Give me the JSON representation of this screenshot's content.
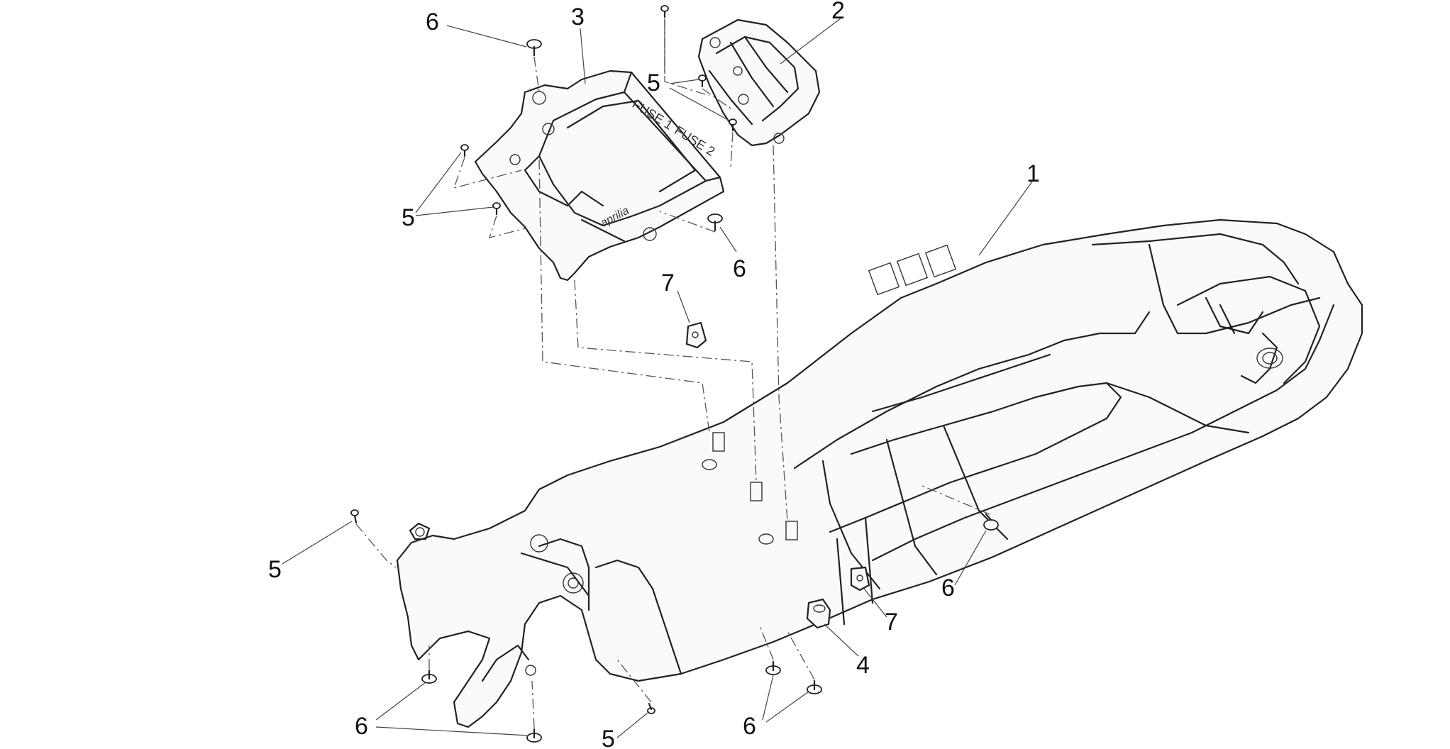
{
  "callouts": [
    {
      "id": "c6a",
      "text": "6"
    },
    {
      "id": "c3",
      "text": "3"
    },
    {
      "id": "c2",
      "text": "2"
    },
    {
      "id": "c5a",
      "text": "5"
    },
    {
      "id": "c1",
      "text": "1"
    },
    {
      "id": "c5b",
      "text": "5"
    },
    {
      "id": "c6b",
      "text": "6"
    },
    {
      "id": "c7a",
      "text": "7"
    },
    {
      "id": "c5c",
      "text": "5"
    },
    {
      "id": "c6c",
      "text": "6"
    },
    {
      "id": "c7b",
      "text": "7"
    },
    {
      "id": "c4",
      "text": "4"
    },
    {
      "id": "c6d",
      "text": "6"
    },
    {
      "id": "c6e",
      "text": "6"
    },
    {
      "id": "c5d",
      "text": "5"
    }
  ],
  "tray_text": {
    "fuse_1": "FUSE 1",
    "fuse_2": "FUSE 2",
    "brand": "aprilia"
  }
}
